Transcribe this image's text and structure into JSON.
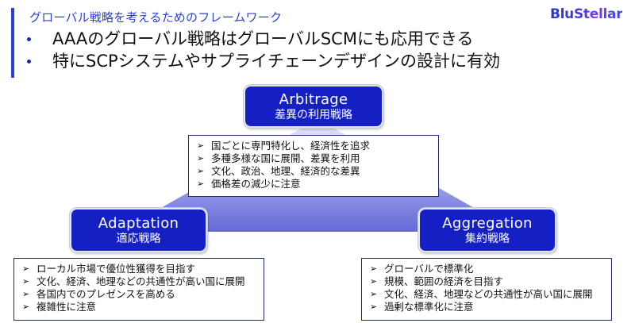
{
  "header": {
    "subtitle": "グローバル戦略を考えるためのフレームワーク",
    "bullets": [
      "AAAのグローバル戦略はグローバルSCMにも応用できる",
      "特にSCPシステムやサプライチェーンデザインの設計に有効"
    ],
    "logo": "BluStellar"
  },
  "colors": {
    "accent": "#2B3FE0",
    "box_fill": "#1520C4",
    "triangle_top": "#E4E4FA",
    "triangle_bottom": "#6F74DC"
  },
  "strategies": [
    {
      "id": "arbitrage",
      "name_en": "Arbitrage",
      "name_ja": "差異の利用戦略",
      "points": [
        "国ごとに専門特化し、経済性を追求",
        "多種多様な国に展開、差異を利用",
        "文化、政治、地理、経済的な差異",
        "価格差の減少に注意"
      ]
    },
    {
      "id": "adaptation",
      "name_en": "Adaptation",
      "name_ja": "適応戦略",
      "points": [
        "ローカル市場で優位性獲得を目指す",
        "文化、経済、地理などの共通性が高い国に展開",
        "各国内でのプレゼンスを高める",
        "複雑性に注意"
      ]
    },
    {
      "id": "aggregation",
      "name_en": "Aggregation",
      "name_ja": "集約戦略",
      "points": [
        "グローバルで標準化",
        "規模、範囲の経済を目指す",
        "文化、経済、地理などの共通性が高い国に展開",
        "過剰な標準化に注意"
      ]
    }
  ],
  "icons": {
    "bullet": "•",
    "point_arrow": "➢"
  }
}
